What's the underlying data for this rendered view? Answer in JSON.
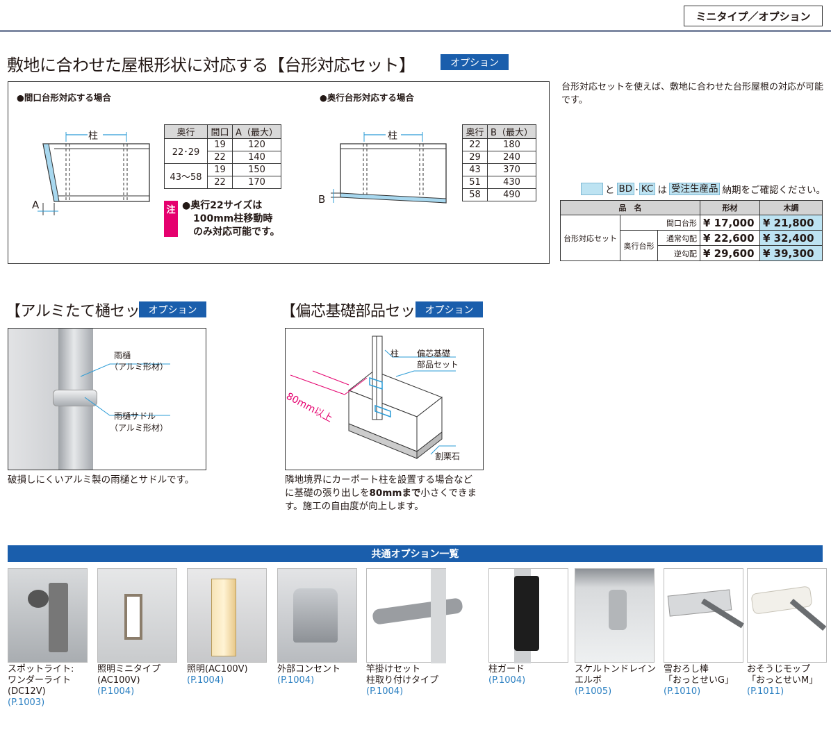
{
  "category_tag": "ミニタイプ／オプション",
  "daikei": {
    "title": "敷地に合わせた屋根形状に対応する【台形対応セット】",
    "badge": "オプション",
    "case_maguchi": "●間口台形対応する場合",
    "case_okuyuki": "●奥行台形対応する場合",
    "label_hashira": "柱",
    "label_a": "A",
    "label_b": "B",
    "table_a": {
      "headers": [
        "奥行",
        "間口",
        "A（最大）"
      ],
      "rows": [
        {
          "okuyuki": "22･29",
          "maguchi": "19",
          "a": "120"
        },
        {
          "okuyuki": "",
          "maguchi": "22",
          "a": "140"
        },
        {
          "okuyuki": "43～58",
          "maguchi": "19",
          "a": "150"
        },
        {
          "okuyuki": "",
          "maguchi": "22",
          "a": "170"
        }
      ]
    },
    "table_b": {
      "headers": [
        "奥行",
        "B（最大）"
      ],
      "rows": [
        {
          "okuyuki": "22",
          "b": "180"
        },
        {
          "okuyuki": "29",
          "b": "240"
        },
        {
          "okuyuki": "43",
          "b": "370"
        },
        {
          "okuyuki": "51",
          "b": "430"
        },
        {
          "okuyuki": "58",
          "b": "490"
        }
      ]
    },
    "note_tag": "注",
    "note_lines": [
      "●奥行22サイズは",
      "100mm柱移動時",
      "のみ対応可能です。"
    ],
    "description": "台形対応セットを使えば、敷地に合わせた台形屋根の対応が可能です。"
  },
  "legend": {
    "and": "と",
    "bd": "BD",
    "dot": "･",
    "kc": "KC",
    "wa": "は",
    "juchu": "受注生産品",
    "tail": "納期をご確認ください。"
  },
  "price_table": {
    "h_name": "品　名",
    "h_katazai": "形材",
    "h_mokucho": "木調",
    "product": "台形対応セット",
    "maguchi": "間口台形",
    "okuyuki": "奥行台形",
    "tsujo": "通常勾配",
    "gyaku": "逆勾配",
    "p1_k": "¥ 17,000",
    "p1_m": "¥ 21,800",
    "p2_k": "¥ 22,600",
    "p2_m": "¥ 32,400",
    "p3_k": "¥ 29,600",
    "p3_m": "¥ 39,300"
  },
  "aluminum": {
    "title": "【アルミたて樋セット】",
    "badge": "オプション",
    "label1_a": "雨樋",
    "label1_b": "（アルミ形材）",
    "label2_a": "雨樋サドル",
    "label2_b": "（アルミ形材）",
    "description": "破損しにくいアルミ製の雨樋とサドルです。"
  },
  "henshin": {
    "title": "【偏芯基礎部品セット】",
    "badge": "オプション",
    "label_hashira": "柱",
    "label_set_a": "偏芯基礎",
    "label_set_b": "部品セット",
    "label_dim": "80mm以上",
    "label_stone": "割栗石",
    "desc_1": "隣地境界にカーポート柱を設置する場合など",
    "desc_2a": "に基礎の張り出しを",
    "desc_2b": "80mmまで",
    "desc_2c": "小さくできま",
    "desc_3": "す。施工の自由度が向上します。"
  },
  "common": {
    "banner": "共通オプション一覧",
    "products": [
      {
        "name1": "スポットライト:",
        "name2": "ワンダーライト",
        "name3": "(DC12V)",
        "ref": "(P.1003)"
      },
      {
        "name1": "照明ミニタイプ",
        "name2": "(AC100V)",
        "name3": "",
        "ref": "(P.1004)"
      },
      {
        "name1": "照明(AC100V)",
        "name2": "",
        "name3": "",
        "ref": "(P.1004)"
      },
      {
        "name1": "外部コンセント",
        "name2": "",
        "name3": "",
        "ref": "(P.1004)"
      },
      {
        "name1": "竿掛けセット",
        "name2": "柱取り付けタイプ",
        "name3": "",
        "ref": "(P.1004)"
      },
      {
        "name1": "柱ガード",
        "name2": "",
        "name3": "",
        "ref": "(P.1004)"
      },
      {
        "name1": "スケルトンドレイン",
        "name2": "エルボ",
        "name3": "",
        "ref": "(P.1005)"
      },
      {
        "name1": "雪おろし棒",
        "name2": "「おっとせいG」",
        "name3": "",
        "ref": "(P.1010)"
      },
      {
        "name1": "おそうじモップ",
        "name2": "「おっとせいM」",
        "name3": "",
        "ref": "(P.1011)"
      }
    ]
  }
}
